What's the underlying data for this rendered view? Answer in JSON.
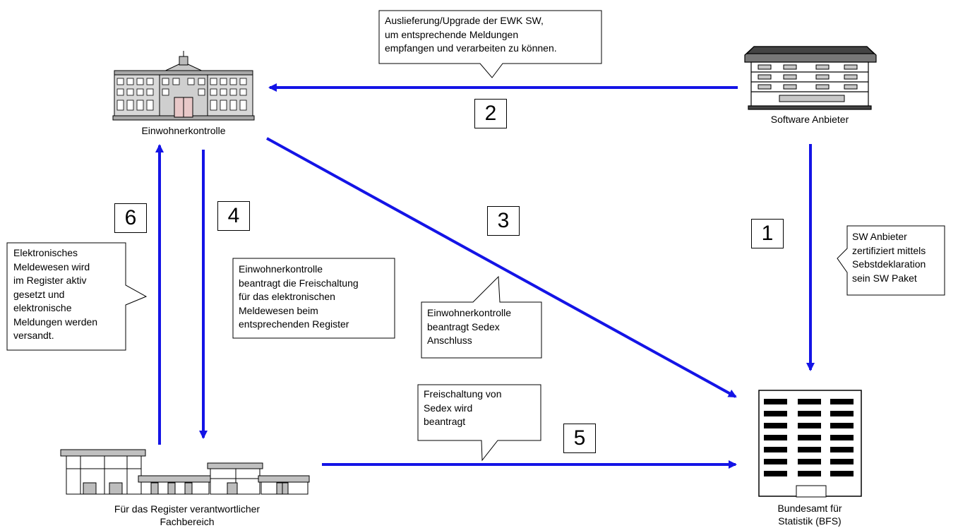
{
  "nodes": {
    "einwohnerkontrolle": "Einwohnerkontrolle",
    "software_anbieter": "Software Anbieter",
    "register_line1": "Für das Register verantwortlicher",
    "register_line2": "Fachbereich",
    "bfs_line1": "Bundesamt für",
    "bfs_line2": "Statistik (BFS)"
  },
  "steps": {
    "s1": "1",
    "s2": "2",
    "s3": "3",
    "s4": "4",
    "s5": "5",
    "s6": "6"
  },
  "callouts": {
    "c2": [
      "Auslieferung/Upgrade der EWK SW,",
      "um entsprechende Meldungen",
      "empfangen und verarbeiten zu können."
    ],
    "c1": [
      "SW Anbieter",
      "zertifiziert mittels",
      "Sebstdeklaration",
      "sein SW Paket"
    ],
    "c6": [
      "Elektronisches",
      "Meldewesen wird",
      "im Register aktiv",
      "gesetzt und",
      "elektronische",
      "Meldungen werden",
      "versandt."
    ],
    "c4": [
      "Einwohnerkontrolle",
      "beantragt die Freischaltung",
      "für das elektronischen",
      "Meldewesen beim",
      "entsprechenden Register"
    ],
    "c3": [
      "Einwohnerkontrolle",
      "beantragt Sedex",
      "Anschluss"
    ],
    "c5": [
      "Freischaltung von",
      "Sedex wird",
      "beantragt"
    ]
  },
  "colors": {
    "arrow": "#1414e6",
    "building_grey": "#c8c8c8",
    "dark": "#000000"
  }
}
